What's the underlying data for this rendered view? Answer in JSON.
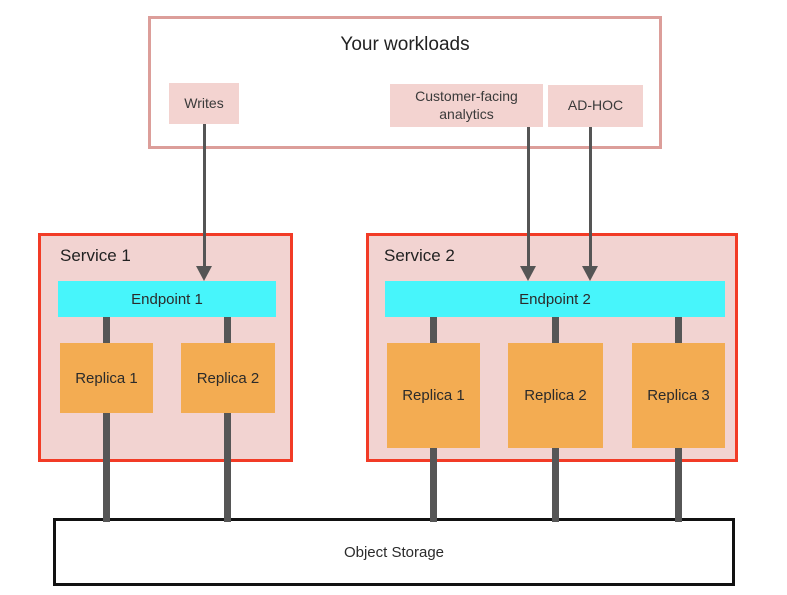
{
  "diagram": {
    "workloads": {
      "title": "Your workloads",
      "items": [
        {
          "label": "Writes"
        },
        {
          "label": "Customer-facing analytics"
        },
        {
          "label": "AD-HOC"
        }
      ]
    },
    "services": [
      {
        "title": "Service 1",
        "endpoint_label": "Endpoint 1",
        "replicas": [
          {
            "label": "Replica 1"
          },
          {
            "label": "Replica 2"
          }
        ]
      },
      {
        "title": "Service 2",
        "endpoint_label": "Endpoint 2",
        "replicas": [
          {
            "label": "Replica 1"
          },
          {
            "label": "Replica 2"
          },
          {
            "label": "Replica 3"
          }
        ]
      }
    ],
    "storage": {
      "label": "Object Storage"
    }
  },
  "colors": {
    "workloads_border": "#dc9e9a",
    "workload_item_bg": "#f3d3d0",
    "service_bg": "#f2d3d1",
    "service_border": "#f23b26",
    "endpoint_bg": "#47f5fb",
    "replica_bg": "#f3ac52",
    "connector": "#565656",
    "arrow": "#555555",
    "storage_border": "#111111",
    "text": "#2d2d2d"
  }
}
